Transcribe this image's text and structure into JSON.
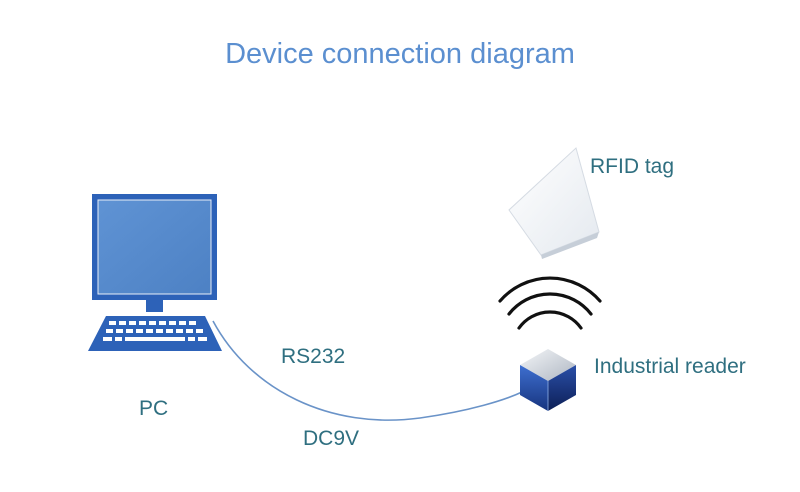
{
  "title": "Device connection diagram",
  "labels": {
    "pc": "PC",
    "rs232": "RS232",
    "dc9v": "DC9V",
    "rfid_tag": "RFID tag",
    "reader": "Industrial reader"
  },
  "icons": {
    "pc": "desktop-computer-icon",
    "tag": "rfid-card-icon",
    "reader": "reader-cube-icon",
    "waves": "wireless-signal-icon"
  },
  "colors": {
    "title": "#5b8fd0",
    "label": "#2f6f80",
    "pc_blue": "#2d62b8",
    "screen": "#5c8fd0",
    "cable": "#6a93c8"
  }
}
